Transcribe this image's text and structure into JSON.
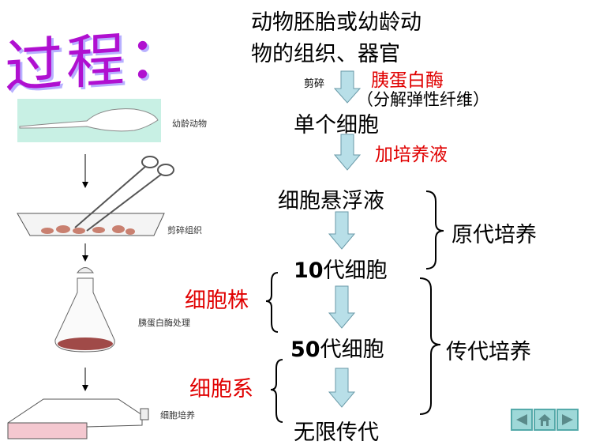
{
  "title": "过程：",
  "source": {
    "line1": "动物胚胎或幼龄动",
    "line2": "物的组织、器官"
  },
  "step1": {
    "action": "剪碎",
    "enzyme": "胰蛋白酶",
    "note": "（分解弹性纤维）"
  },
  "single_cell": "单个细胞",
  "step2": {
    "action": "加培养液"
  },
  "suspension": "细胞悬浮液",
  "gen10": {
    "num": "10",
    "label": "代细胞"
  },
  "gen50": {
    "num": "50",
    "label": "代细胞"
  },
  "infinite": "无限传代",
  "primary_culture": "原代培养",
  "passage_culture": "传代培养",
  "cell_strain": "细胞株",
  "cell_line": "细胞系",
  "illustration": {
    "animal": "幼龄动物",
    "mince": "剪碎组织",
    "trypsin": "胰蛋白酶处理",
    "culture": "细胞培养"
  },
  "colors": {
    "accent": "#e00000",
    "arrow": "#b8dfe8",
    "title": "#b010d0"
  }
}
